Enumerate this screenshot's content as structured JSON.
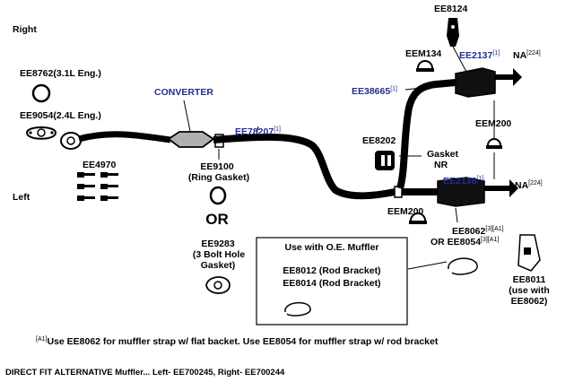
{
  "diagram": {
    "side_right": "Right",
    "side_left": "Left",
    "ee8762": "EE8762(3.1L Eng.)",
    "ee9054": "EE9054(2.4L Eng.)",
    "ee4970": "EE4970",
    "converter": "CONVERTER",
    "ee78207": "EE78207",
    "ee78207_ref": "[1]",
    "ee9100": "EE9100",
    "ring_gasket": "(Ring Gasket)",
    "or_word": "OR",
    "ee9283": "EE9283",
    "three_bolt": "(3 Bolt Hole",
    "gasket_close": "Gasket)",
    "ee8124": "EE8124",
    "eem134": "EEM134",
    "ee2137": "EE2137",
    "ee2137_ref": "[1]",
    "na_top": "NA",
    "na_top_ref": "[224]",
    "ee38665": "EE38665",
    "ee38665_ref": "[1]",
    "eem200_right": "EEM200",
    "ee8202": "EE8202",
    "gasket_nr_1": "Gasket",
    "gasket_nr_2": "NR",
    "ee2138": "EE2138",
    "ee2138_ref": "[1]",
    "na_bottom": "NA",
    "na_bottom_ref": "[224]",
    "eem200_left": "EEM200",
    "ee8062": "EE8062",
    "ee8062_ref": "[3][A1]",
    "ee8054": "OR EE8054",
    "ee8054_ref": "[3][A1]",
    "box_title": "Use with O.E. Muffler",
    "box_line1": "EE8012 (Rod Bracket)",
    "box_line2": "EE8014 (Rod Bracket)",
    "ee8011": "EE8011",
    "ee8011_use": "(use with",
    "ee8011_ref": "EE8062)",
    "footnote_ref": "[A1]",
    "footnote_text": "Use EE8062 for muffler strap w/ flat backet. Use EE8054 for muffler strap w/ rod bracket"
  },
  "caption": "DIRECT FIT ALTERNATIVE Muffler... Left- EE700245, Right- EE700244",
  "colors": {
    "part": "#000000",
    "blue_label": "#1f2f8f",
    "background": "#ffffff"
  }
}
